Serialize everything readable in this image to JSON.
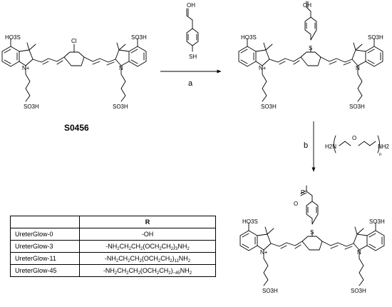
{
  "compound_label": "S0456",
  "step_a": "a",
  "step_b": "b",
  "labels": {
    "so3h": "SO3H",
    "ho3s": "HO3S",
    "cl": "Cl",
    "sh": "SH",
    "s": "S",
    "oh": "OH",
    "o": "O",
    "r": "R",
    "n_plus": "N+",
    "n": "N",
    "h2n": "H2N",
    "nh2": "NH2",
    "n_sub": "n"
  },
  "table": {
    "header": "R",
    "rows": [
      {
        "name": "UreterGlow-0",
        "r_html": "-OH"
      },
      {
        "name": "UreterGlow-3",
        "r_html": "-NH<sub>2</sub>CH<sub>2</sub>CH<sub>2</sub>(OCH<sub>2</sub>CH<sub>2</sub>)<sub>3</sub>NH<sub>2</sub>"
      },
      {
        "name": "UreterGlow-11",
        "r_html": "-NH<sub>2</sub>CH<sub>2</sub>CH<sub>2</sub>(OCH<sub>2</sub>CH<sub>2</sub>)<sub>11</sub>NH<sub>2</sub>"
      },
      {
        "name": "UreterGlow-45",
        "r_html": "-NH<sub>2</sub>CH<sub>2</sub>CH<sub>2</sub>(OCH<sub>2</sub>CH<sub>2</sub>)<sub>~45</sub>NH<sub>2</sub>"
      }
    ]
  }
}
